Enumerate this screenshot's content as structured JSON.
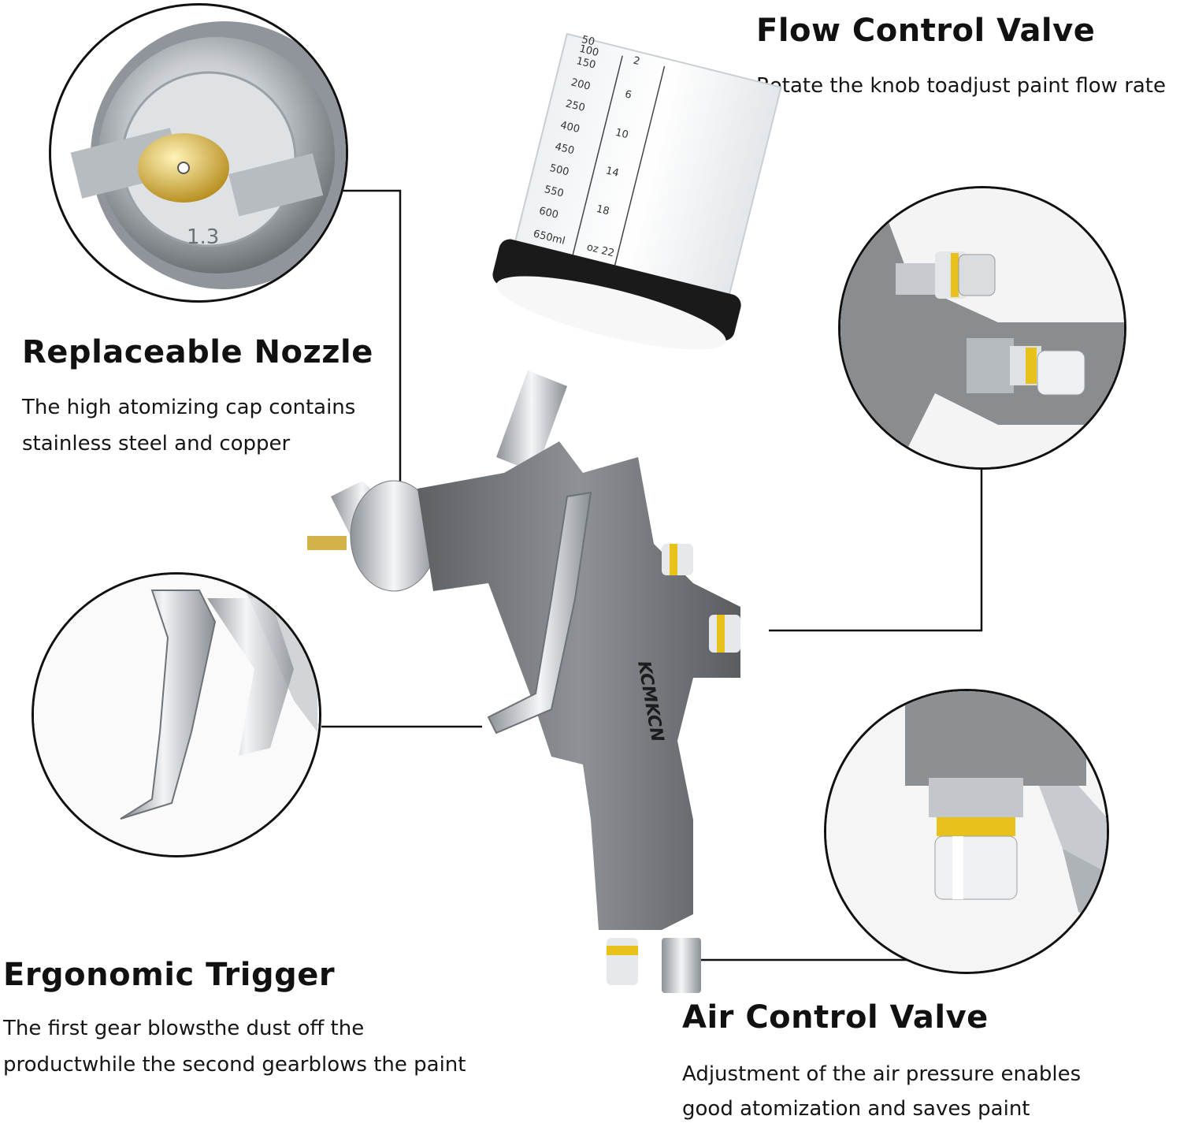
{
  "features": {
    "flow": {
      "title": "Flow Control Valve",
      "lines": [
        "Rotate the knob toadjust paint flow rate"
      ]
    },
    "nozzle": {
      "title": "Replaceable Nozzle",
      "lines": [
        "The high atomizing cap contains",
        "stainless steel and copper"
      ]
    },
    "trigger": {
      "title": "Ergonomic Trigger",
      "lines": [
        "The first gear blowsthe dust off the",
        "productwhile the second gearblows the paint"
      ]
    },
    "air": {
      "title": "Air Control Valve",
      "lines": [
        "Adjustment of the air pressure enables",
        "good atomization and saves paint"
      ]
    }
  },
  "product": {
    "brand": "KCMKCN",
    "nozzle_size": "1.3",
    "cup_scale_ml": [
      "650ml",
      "600",
      "550",
      "500",
      "450",
      "400",
      "250",
      "200",
      "150",
      "100",
      "50"
    ],
    "cup_scale_oz": [
      "oz 22",
      "18",
      "14",
      "10",
      "6",
      "2"
    ]
  },
  "colors": {
    "body": "#77797c",
    "accent": "#e8c21a",
    "cup_band": "#1a1a1a",
    "chrome": "#c9cdd1"
  }
}
